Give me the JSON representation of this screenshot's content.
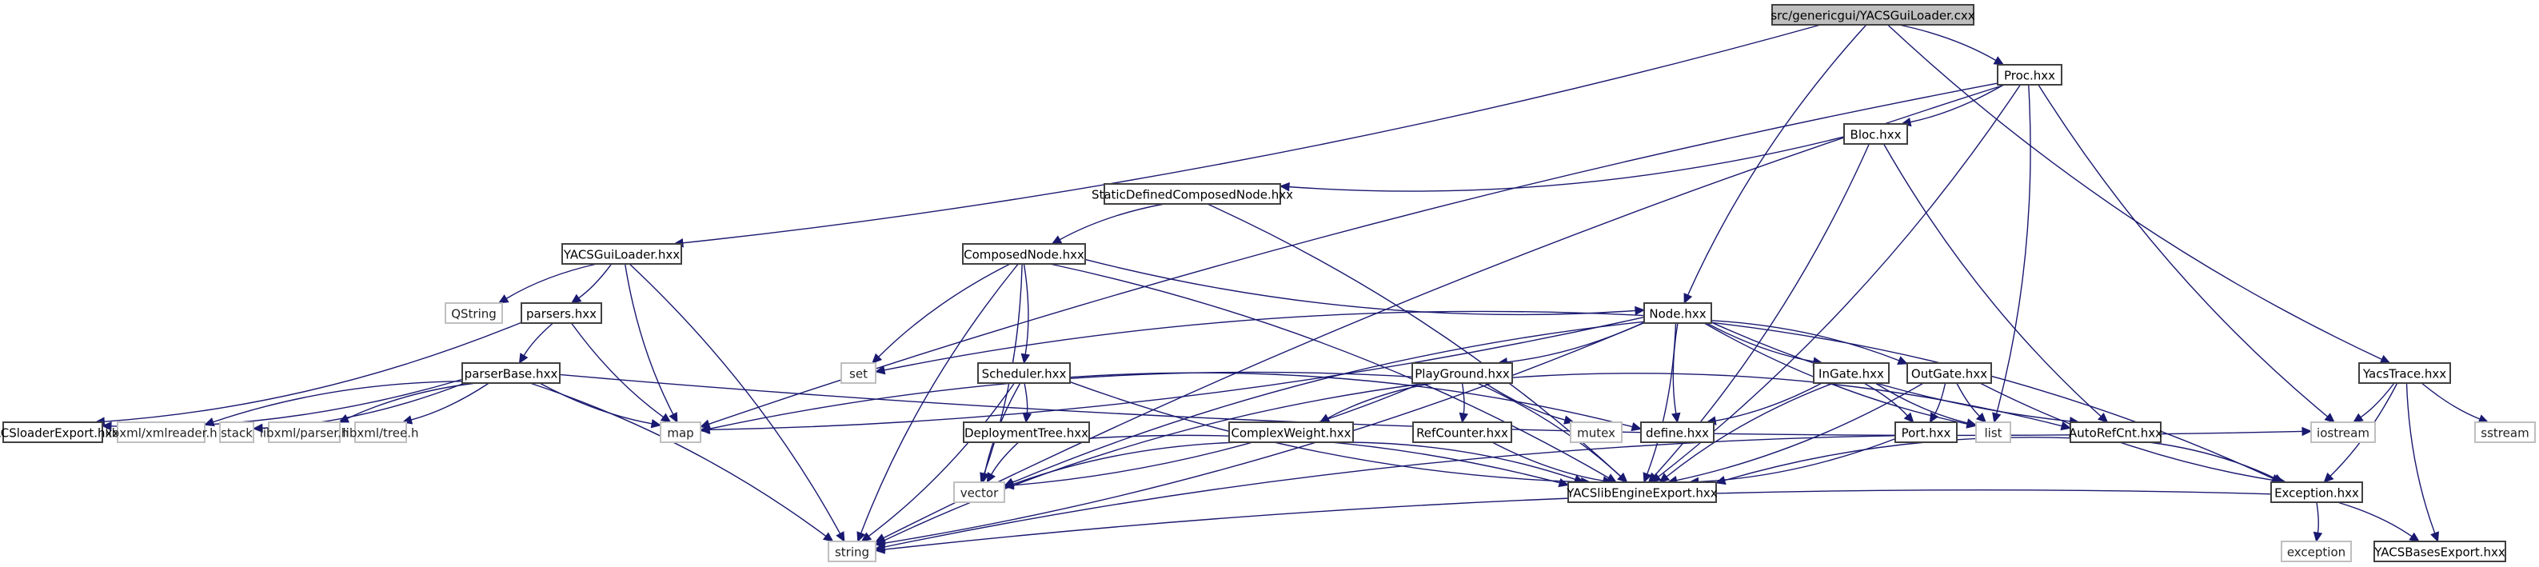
{
  "title": "src/genericgui/YACSGuiLoader.cxx",
  "colors": {
    "edge": "#191970",
    "root_fill": "#bfbfbf",
    "internal_border": "#404040",
    "external_border": "#bfbfbf"
  },
  "nodes": [
    {
      "id": "root",
      "label": "src/genericgui/YACSGuiLoader.cxx",
      "kind": "root"
    },
    {
      "id": "proc",
      "label": "Proc.hxx",
      "kind": "internal"
    },
    {
      "id": "bloc",
      "label": "Bloc.hxx",
      "kind": "internal"
    },
    {
      "id": "sdcn",
      "label": "StaticDefinedComposedNode.hxx",
      "kind": "internal"
    },
    {
      "id": "composed",
      "label": "ComposedNode.hxx",
      "kind": "internal"
    },
    {
      "id": "yguiloader",
      "label": "YACSGuiLoader.hxx",
      "kind": "internal"
    },
    {
      "id": "qstring",
      "label": "QString",
      "kind": "external"
    },
    {
      "id": "parsers",
      "label": "parsers.hxx",
      "kind": "internal"
    },
    {
      "id": "parserbase",
      "label": "parserBase.hxx",
      "kind": "internal"
    },
    {
      "id": "yloaderexp",
      "label": "YACSloaderExport.hxx",
      "kind": "internal"
    },
    {
      "id": "xmlreader",
      "label": "libxml/xmlreader.h",
      "kind": "external"
    },
    {
      "id": "stack",
      "label": "stack",
      "kind": "external"
    },
    {
      "id": "xmlparser",
      "label": "libxml/parser.h",
      "kind": "external"
    },
    {
      "id": "xmltree",
      "label": "libxml/tree.h",
      "kind": "external"
    },
    {
      "id": "map",
      "label": "map",
      "kind": "external"
    },
    {
      "id": "set",
      "label": "set",
      "kind": "external"
    },
    {
      "id": "node",
      "label": "Node.hxx",
      "kind": "internal"
    },
    {
      "id": "scheduler",
      "label": "Scheduler.hxx",
      "kind": "internal"
    },
    {
      "id": "deptree",
      "label": "DeploymentTree.hxx",
      "kind": "internal"
    },
    {
      "id": "vector",
      "label": "vector",
      "kind": "external"
    },
    {
      "id": "string",
      "label": "string",
      "kind": "external"
    },
    {
      "id": "playground",
      "label": "PlayGround.hxx",
      "kind": "internal"
    },
    {
      "id": "complexw",
      "label": "ComplexWeight.hxx",
      "kind": "internal"
    },
    {
      "id": "refcounter",
      "label": "RefCounter.hxx",
      "kind": "internal"
    },
    {
      "id": "mutex",
      "label": "mutex",
      "kind": "external"
    },
    {
      "id": "define",
      "label": "define.hxx",
      "kind": "internal"
    },
    {
      "id": "yengexp",
      "label": "YACSlibEngineExport.hxx",
      "kind": "internal"
    },
    {
      "id": "ingate",
      "label": "InGate.hxx",
      "kind": "internal"
    },
    {
      "id": "outgate",
      "label": "OutGate.hxx",
      "kind": "internal"
    },
    {
      "id": "port",
      "label": "Port.hxx",
      "kind": "internal"
    },
    {
      "id": "list",
      "label": "list",
      "kind": "external"
    },
    {
      "id": "autorefcnt",
      "label": "AutoRefCnt.hxx",
      "kind": "internal"
    },
    {
      "id": "yacstrace",
      "label": "YacsTrace.hxx",
      "kind": "internal"
    },
    {
      "id": "iostream",
      "label": "iostream",
      "kind": "external"
    },
    {
      "id": "sstream",
      "label": "sstream",
      "kind": "external"
    },
    {
      "id": "exceptionhxx",
      "label": "Exception.hxx",
      "kind": "internal"
    },
    {
      "id": "exception",
      "label": "exception",
      "kind": "external"
    },
    {
      "id": "ybasesexp",
      "label": "YACSBasesExport.hxx",
      "kind": "internal"
    }
  ],
  "edges": [
    [
      "root",
      "proc"
    ],
    [
      "root",
      "node"
    ],
    [
      "root",
      "yguiloader"
    ],
    [
      "root",
      "yacstrace"
    ],
    [
      "proc",
      "bloc"
    ],
    [
      "proc",
      "map"
    ],
    [
      "proc",
      "list"
    ],
    [
      "proc",
      "iostream"
    ],
    [
      "proc",
      "yengexp"
    ],
    [
      "proc",
      "string"
    ],
    [
      "bloc",
      "sdcn"
    ],
    [
      "bloc",
      "autorefcnt"
    ],
    [
      "bloc",
      "yengexp"
    ],
    [
      "sdcn",
      "composed"
    ],
    [
      "sdcn",
      "yengexp"
    ],
    [
      "composed",
      "node"
    ],
    [
      "composed",
      "scheduler"
    ],
    [
      "composed",
      "set"
    ],
    [
      "composed",
      "vector"
    ],
    [
      "composed",
      "string"
    ],
    [
      "composed",
      "yengexp"
    ],
    [
      "yguiloader",
      "qstring"
    ],
    [
      "yguiloader",
      "parsers"
    ],
    [
      "yguiloader",
      "map"
    ],
    [
      "yguiloader",
      "string"
    ],
    [
      "parsers",
      "parserbase"
    ],
    [
      "parsers",
      "yloaderexp"
    ],
    [
      "parsers",
      "map"
    ],
    [
      "parserbase",
      "yloaderexp"
    ],
    [
      "parserbase",
      "xmlreader"
    ],
    [
      "parserbase",
      "stack"
    ],
    [
      "parserbase",
      "xmlparser"
    ],
    [
      "parserbase",
      "xmltree"
    ],
    [
      "parserbase",
      "map"
    ],
    [
      "parserbase",
      "string"
    ],
    [
      "parserbase",
      "iostream"
    ],
    [
      "node",
      "playground"
    ],
    [
      "node",
      "ingate"
    ],
    [
      "node",
      "outgate"
    ],
    [
      "node",
      "define"
    ],
    [
      "node",
      "yengexp"
    ],
    [
      "node",
      "autorefcnt"
    ],
    [
      "node",
      "exceptionhxx"
    ],
    [
      "node",
      "set"
    ],
    [
      "node",
      "map"
    ],
    [
      "node",
      "vector"
    ],
    [
      "node",
      "string"
    ],
    [
      "node",
      "list"
    ],
    [
      "scheduler",
      "deptree"
    ],
    [
      "scheduler",
      "vector"
    ],
    [
      "scheduler",
      "string"
    ],
    [
      "scheduler",
      "yengexp"
    ],
    [
      "scheduler",
      "define"
    ],
    [
      "deptree",
      "vector"
    ],
    [
      "deptree",
      "yengexp"
    ],
    [
      "playground",
      "complexw"
    ],
    [
      "playground",
      "refcounter"
    ],
    [
      "playground",
      "mutex"
    ],
    [
      "playground",
      "yengexp"
    ],
    [
      "playground",
      "map"
    ],
    [
      "playground",
      "vector"
    ],
    [
      "playground",
      "string"
    ],
    [
      "playground",
      "autorefcnt"
    ],
    [
      "complexw",
      "vector"
    ],
    [
      "complexw",
      "yengexp"
    ],
    [
      "refcounter",
      "yengexp"
    ],
    [
      "ingate",
      "port"
    ],
    [
      "ingate",
      "list"
    ],
    [
      "ingate",
      "define"
    ],
    [
      "ingate",
      "yengexp"
    ],
    [
      "outgate",
      "port"
    ],
    [
      "outgate",
      "list"
    ],
    [
      "outgate",
      "yengexp"
    ],
    [
      "outgate",
      "exceptionhxx"
    ],
    [
      "port",
      "yengexp"
    ],
    [
      "port",
      "string"
    ],
    [
      "autorefcnt",
      "exceptionhxx"
    ],
    [
      "autorefcnt",
      "yengexp"
    ],
    [
      "yacstrace",
      "iostream"
    ],
    [
      "yacstrace",
      "sstream"
    ],
    [
      "yacstrace",
      "exceptionhxx"
    ],
    [
      "yacstrace",
      "ybasesexp"
    ],
    [
      "exceptionhxx",
      "exception"
    ],
    [
      "exceptionhxx",
      "string"
    ],
    [
      "exceptionhxx",
      "ybasesexp"
    ]
  ]
}
